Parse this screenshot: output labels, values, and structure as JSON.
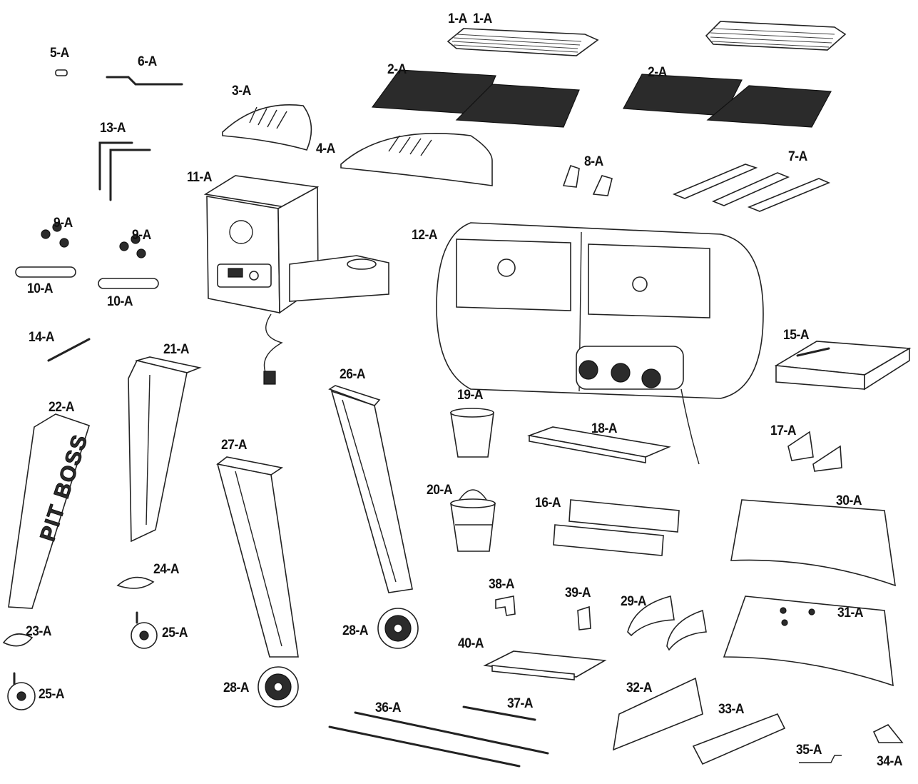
{
  "diagram": {
    "labels": [
      {
        "id": "p1a_left",
        "text": "1-A"
      },
      {
        "id": "p1a_right",
        "text": "1-A"
      },
      {
        "id": "p2a_left",
        "text": "2-A"
      },
      {
        "id": "p2a_right",
        "text": "2-A"
      },
      {
        "id": "p3a",
        "text": "3-A"
      },
      {
        "id": "p4a",
        "text": "4-A"
      },
      {
        "id": "p5a",
        "text": "5-A"
      },
      {
        "id": "p6a",
        "text": "6-A"
      },
      {
        "id": "p7a",
        "text": "7-A"
      },
      {
        "id": "p8a",
        "text": "8-A"
      },
      {
        "id": "p9a_left",
        "text": "9-A"
      },
      {
        "id": "p9a_right",
        "text": "9-A"
      },
      {
        "id": "p10a_left",
        "text": "10-A"
      },
      {
        "id": "p10a_right",
        "text": "10-A"
      },
      {
        "id": "p11a",
        "text": "11-A"
      },
      {
        "id": "p12a",
        "text": "12-A"
      },
      {
        "id": "p13a",
        "text": "13-A"
      },
      {
        "id": "p14a",
        "text": "14-A"
      },
      {
        "id": "p15a",
        "text": "15-A"
      },
      {
        "id": "p16a",
        "text": "16-A"
      },
      {
        "id": "p17a",
        "text": "17-A"
      },
      {
        "id": "p18a",
        "text": "18-A"
      },
      {
        "id": "p19a",
        "text": "19-A"
      },
      {
        "id": "p20a",
        "text": "20-A"
      },
      {
        "id": "p21a",
        "text": "21-A"
      },
      {
        "id": "p22a",
        "text": "22-A"
      },
      {
        "id": "p23a",
        "text": "23-A"
      },
      {
        "id": "p24a",
        "text": "24-A"
      },
      {
        "id": "p25a_top",
        "text": "25-A"
      },
      {
        "id": "p25a_bottom",
        "text": "25-A"
      },
      {
        "id": "p26a",
        "text": "26-A"
      },
      {
        "id": "p27a",
        "text": "27-A"
      },
      {
        "id": "p28a_right",
        "text": "28-A"
      },
      {
        "id": "p28a_left",
        "text": "28-A"
      },
      {
        "id": "p29a",
        "text": "29-A"
      },
      {
        "id": "p30a",
        "text": "30-A"
      },
      {
        "id": "p31a",
        "text": "31-A"
      },
      {
        "id": "p32a",
        "text": "32-A"
      },
      {
        "id": "p33a",
        "text": "33-A"
      },
      {
        "id": "p34a",
        "text": "34-A"
      },
      {
        "id": "p35a",
        "text": "35-A"
      },
      {
        "id": "p36a",
        "text": "36-A"
      },
      {
        "id": "p37a",
        "text": "37-A"
      },
      {
        "id": "p38a",
        "text": "38-A"
      },
      {
        "id": "p39a",
        "text": "39-A"
      },
      {
        "id": "p40a",
        "text": "40-A"
      }
    ],
    "brand_text": "PIT BOSS",
    "colors": {
      "ink": "#111111",
      "paper": "#ffffff",
      "fill_dark": "#2b2b2b",
      "fill_light": "#f2f2f2"
    }
  }
}
